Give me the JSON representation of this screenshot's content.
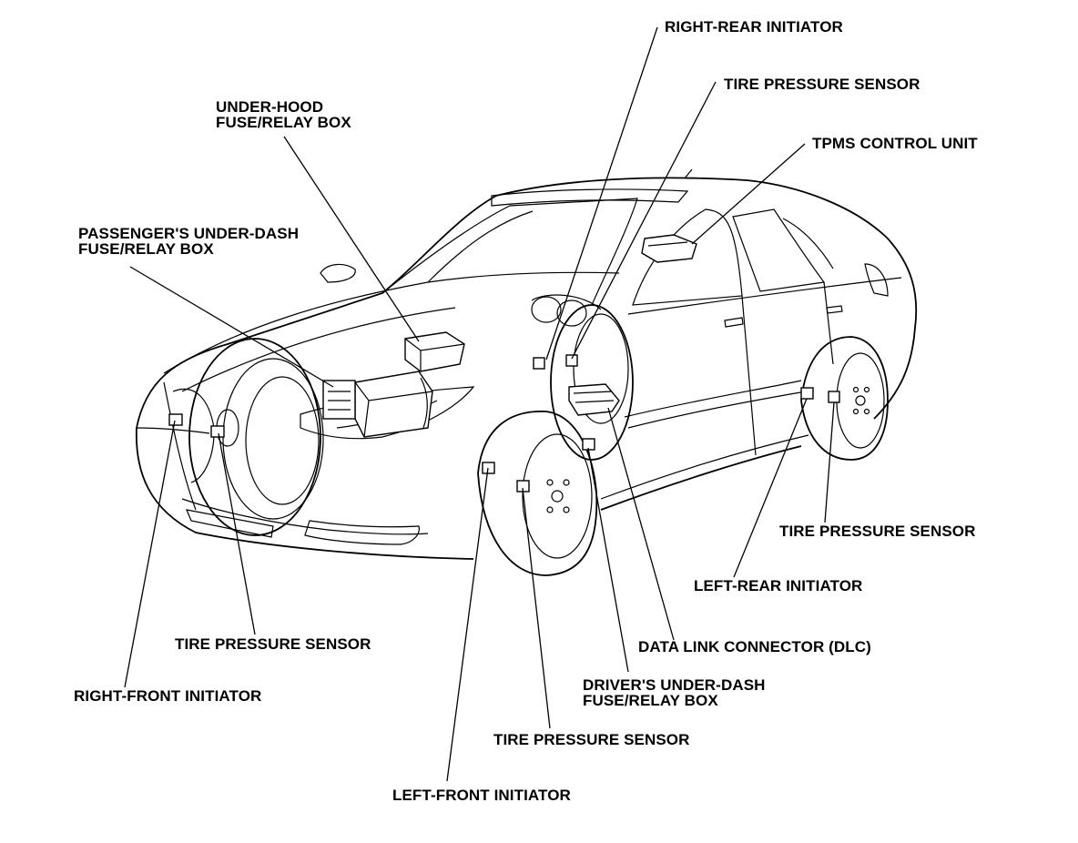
{
  "callouts": {
    "right_rear_initiator": "RIGHT-REAR INITIATOR",
    "tire_pressure_sensor_right_rear": "TIRE PRESSURE SENSOR",
    "tpms_control_unit": "TPMS CONTROL UNIT",
    "under_hood_fuse_relay_box": [
      "UNDER-HOOD",
      "FUSE/RELAY BOX"
    ],
    "passengers_under_dash_fuse_relay_box": [
      "PASSENGER'S UNDER-DASH",
      "FUSE/RELAY BOX"
    ],
    "tire_pressure_sensor_left_rear": "TIRE PRESSURE SENSOR",
    "left_rear_initiator": "LEFT-REAR INITIATOR",
    "data_link_connector": "DATA LINK CONNECTOR (DLC)",
    "drivers_under_dash_fuse_relay_box": [
      "DRIVER'S UNDER-DASH",
      "FUSE/RELAY BOX"
    ],
    "tire_pressure_sensor_right_front": "TIRE PRESSURE SENSOR",
    "right_front_initiator": "RIGHT-FRONT INITIATOR",
    "tire_pressure_sensor_left_front": "TIRE PRESSURE SENSOR",
    "left_front_initiator": "LEFT-FRONT INITIATOR"
  }
}
